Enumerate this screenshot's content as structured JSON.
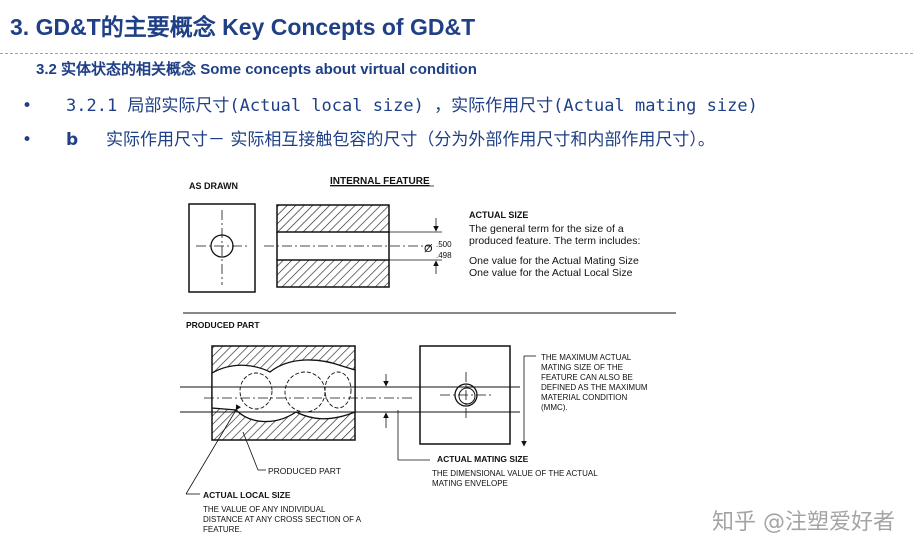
{
  "title": "3. GD&T的主要概念  Key Concepts of GD&T",
  "subtitle": "3.2  实体状态的相关概念  Some concepts about virtual condition",
  "bullets": [
    {
      "mark": "•",
      "key": "",
      "text": "3.2.1 局部实际尺寸(Actual local size) ，实际作用尺寸(Actual mating size)"
    },
    {
      "mark": "•",
      "key": "b",
      "text": "实际作用尺寸－ 实际相互接触包容的尺寸（分为外部作用尺寸和内部作用尺寸）。"
    }
  ],
  "figure": {
    "as_drawn_label": "AS DRAWN",
    "internal_feature_label": "INTERNAL FEATURE",
    "diameter_symbol": "Ø",
    "dim_upper": ".500",
    "dim_lower": ".498",
    "actual_size": {
      "heading": "ACTUAL SIZE",
      "lines": [
        "The general term for the size of a",
        "produced feature. The term includes:",
        "",
        "One value for the Actual Mating Size",
        "One value for the Actual Local Size"
      ]
    },
    "produced_part_label": "PRODUCED PART",
    "produced_part_callout": "PRODUCED PART",
    "mmc_note": [
      "THE MAXIMUM ACTUAL",
      "MATING SIZE OF THE",
      "FEATURE CAN ALSO BE",
      "DEFINED AS THE MAXIMUM",
      "MATERIAL CONDITION",
      "(MMC)."
    ],
    "actual_mating_size": {
      "heading": "ACTUAL MATING SIZE",
      "lines": [
        "THE DIMENSIONAL VALUE OF THE ACTUAL",
        "MATING ENVELOPE"
      ]
    },
    "actual_local_size": {
      "heading": "ACTUAL LOCAL SIZE",
      "lines": [
        "THE VALUE OF ANY INDIVIDUAL",
        "DISTANCE AT ANY CROSS SECTION OF A",
        "FEATURE."
      ]
    }
  },
  "watermark": "知乎 @注塑爱好者"
}
